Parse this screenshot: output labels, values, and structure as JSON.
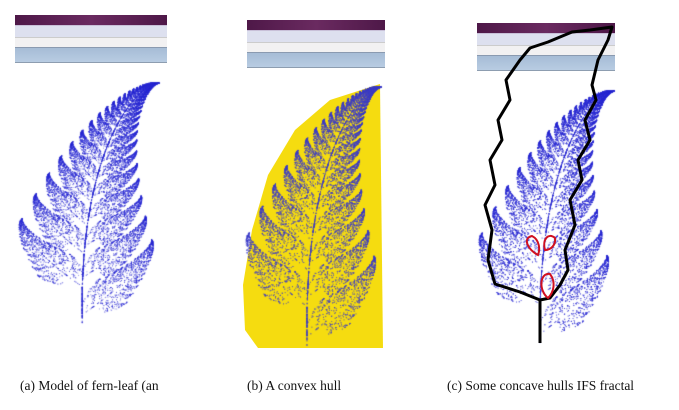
{
  "figure": {
    "panels": [
      {
        "caption": "(a) Model of fern-leaf (an",
        "fern_color": "#2a2ad0"
      },
      {
        "caption": "(b) A convex hull",
        "hull_color": "#f5dc10"
      },
      {
        "caption": "(c) Some concave hulls  IFS fractal",
        "outer_hull_color": "#000000",
        "inner_hull_color": "#d01020"
      }
    ]
  }
}
